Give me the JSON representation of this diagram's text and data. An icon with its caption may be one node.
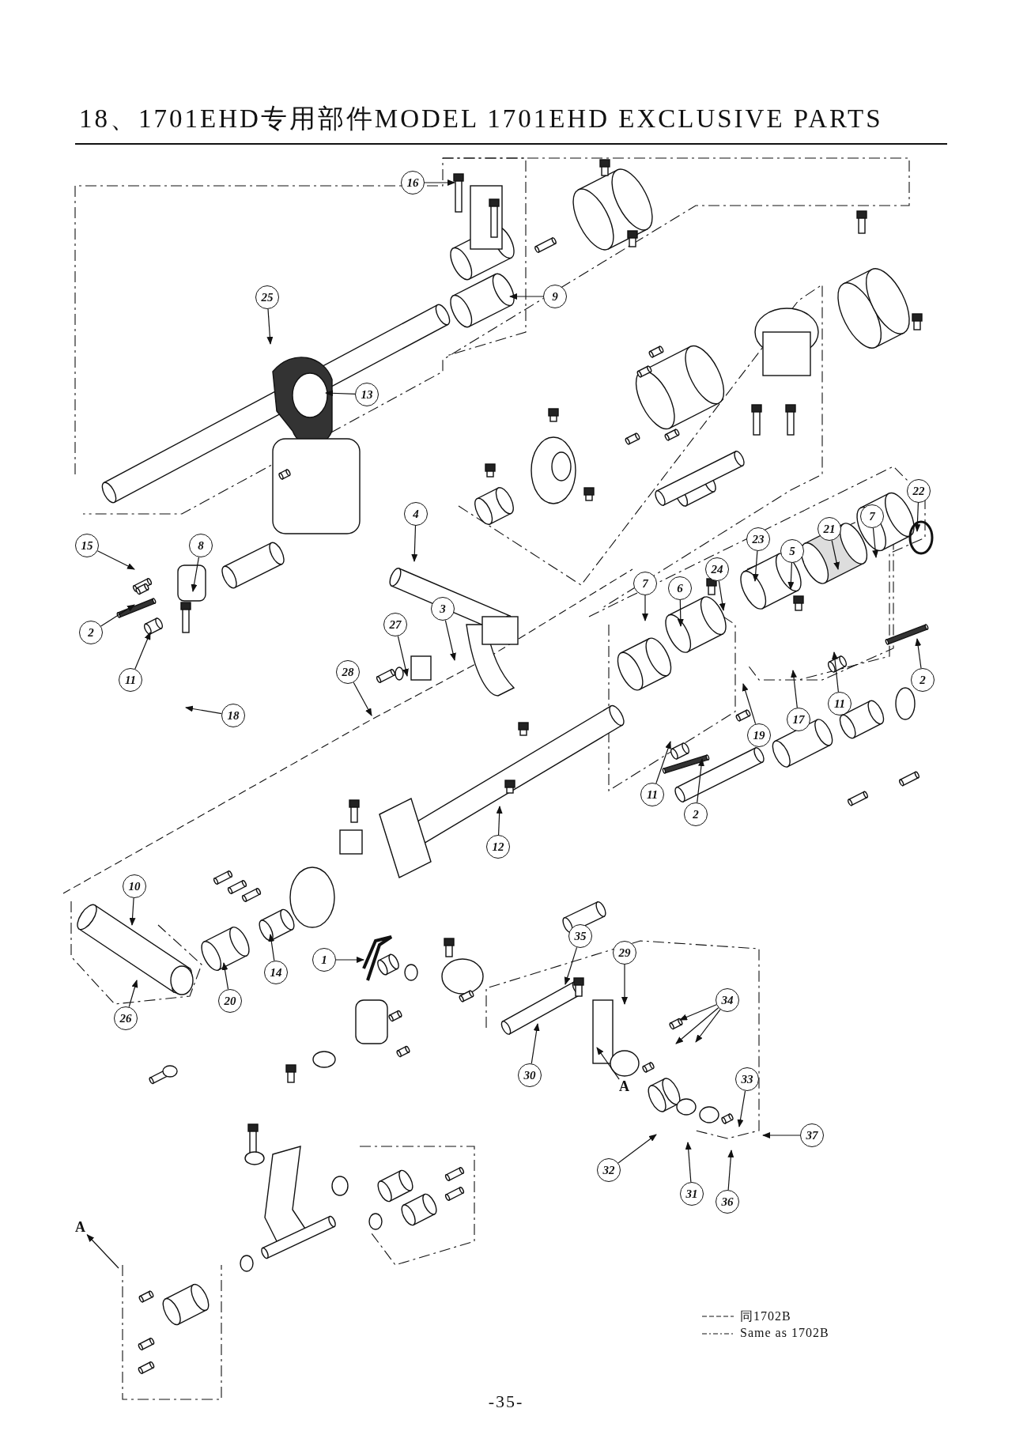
{
  "diagram": {
    "title": "18、1701EHD专用部件MODEL 1701EHD EXCLUSIVE PARTS",
    "nodes": [
      {
        "text": [
          "16"
        ]
      },
      {
        "text": [
          "25"
        ]
      },
      {
        "text": [
          "9"
        ]
      },
      {
        "text": [
          "13"
        ]
      },
      {
        "text": [
          "15"
        ]
      },
      {
        "text": [
          "8"
        ]
      },
      {
        "text": [
          "2"
        ]
      },
      {
        "text": [
          "11"
        ]
      },
      {
        "text": [
          "18"
        ]
      },
      {
        "text": [
          "4"
        ]
      },
      {
        "text": [
          "28"
        ]
      },
      {
        "text": [
          "27"
        ]
      },
      {
        "text": [
          "3"
        ]
      },
      {
        "text": [
          "22"
        ]
      },
      {
        "text": [
          "23"
        ]
      },
      {
        "text": [
          "21"
        ]
      },
      {
        "text": [
          "7"
        ]
      },
      {
        "text": [
          "5"
        ]
      },
      {
        "text": [
          "24"
        ]
      },
      {
        "text": [
          "6"
        ]
      },
      {
        "text": [
          "7"
        ]
      },
      {
        "text": [
          "17"
        ]
      },
      {
        "text": [
          "11"
        ]
      },
      {
        "text": [
          "2"
        ]
      },
      {
        "text": [
          "19"
        ]
      },
      {
        "text": [
          "11"
        ]
      },
      {
        "text": [
          "2"
        ]
      },
      {
        "text": [
          "12"
        ]
      },
      {
        "text": [
          "10"
        ]
      },
      {
        "text": [
          "26"
        ]
      },
      {
        "text": [
          "20"
        ]
      },
      {
        "text": [
          "14"
        ]
      },
      {
        "text": [
          "1"
        ]
      },
      {
        "text": [
          "35"
        ]
      },
      {
        "text": [
          "29"
        ]
      },
      {
        "text": [
          "34"
        ]
      },
      {
        "text": [
          "A"
        ]
      },
      {
        "text": [
          "30"
        ]
      },
      {
        "text": [
          "33"
        ]
      },
      {
        "text": [
          "37"
        ]
      },
      {
        "text": [
          "32"
        ]
      },
      {
        "text": [
          "31"
        ]
      },
      {
        "text": [
          "36"
        ]
      },
      {
        "text": [
          "A"
        ]
      }
    ],
    "edges": [
      {
        "from": 0,
        "to": null,
        "arrow": "to"
      },
      {
        "from": 1,
        "to": null,
        "arrow": "to"
      },
      {
        "from": 2,
        "to": null,
        "arrow": "to"
      },
      {
        "from": 3,
        "to": null,
        "arrow": "to"
      },
      {
        "from": 4,
        "to": null,
        "arrow": "to"
      },
      {
        "from": 5,
        "to": null,
        "arrow": "to"
      },
      {
        "from": 6,
        "to": null,
        "arrow": "to"
      },
      {
        "from": 7,
        "to": null,
        "arrow": "to"
      },
      {
        "from": 8,
        "to": null,
        "arrow": "to"
      },
      {
        "from": 9,
        "to": null,
        "arrow": "to"
      },
      {
        "from": 10,
        "to": null,
        "arrow": "to"
      },
      {
        "from": 11,
        "to": null,
        "arrow": "to"
      },
      {
        "from": 12,
        "to": null,
        "arrow": "to"
      },
      {
        "from": 13,
        "to": null,
        "arrow": "to"
      },
      {
        "from": 14,
        "to": null,
        "arrow": "to"
      },
      {
        "from": 15,
        "to": null,
        "arrow": "to"
      },
      {
        "from": 16,
        "to": null,
        "arrow": "to"
      },
      {
        "from": 17,
        "to": null,
        "arrow": "to"
      },
      {
        "from": 18,
        "to": null,
        "arrow": "to"
      },
      {
        "from": 19,
        "to": null,
        "arrow": "to"
      },
      {
        "from": 20,
        "to": null,
        "arrow": "to"
      },
      {
        "from": 21,
        "to": null,
        "arrow": "to"
      },
      {
        "from": 22,
        "to": null,
        "arrow": "to"
      },
      {
        "from": 23,
        "to": null,
        "arrow": "to"
      },
      {
        "from": 24,
        "to": null,
        "arrow": "to"
      },
      {
        "from": 25,
        "to": null,
        "arrow": "to"
      },
      {
        "from": 26,
        "to": null,
        "arrow": "to"
      },
      {
        "from": 27,
        "to": null,
        "arrow": "to"
      },
      {
        "from": 28,
        "to": null,
        "arrow": "to"
      },
      {
        "from": 29,
        "to": null,
        "arrow": "to"
      },
      {
        "from": 30,
        "to": null,
        "arrow": "to"
      },
      {
        "from": 31,
        "to": null,
        "arrow": "to"
      },
      {
        "from": 32,
        "to": null,
        "arrow": "to"
      },
      {
        "from": 33,
        "to": null,
        "arrow": "to"
      },
      {
        "from": 34,
        "to": null,
        "arrow": "to"
      },
      {
        "from": 35,
        "to": null,
        "arrow": "to"
      },
      {
        "from": 35,
        "to": null,
        "arrow": "to"
      },
      {
        "from": 35,
        "to": null,
        "arrow": "to"
      },
      {
        "from": 36,
        "to": null,
        "arrow": "to"
      },
      {
        "from": 37,
        "to": null,
        "arrow": "to"
      },
      {
        "from": 38,
        "to": null,
        "arrow": "to"
      },
      {
        "from": 39,
        "to": null,
        "arrow": "to"
      },
      {
        "from": 40,
        "to": null,
        "arrow": "to"
      },
      {
        "from": 41,
        "to": null,
        "arrow": "to"
      },
      {
        "from": 42,
        "to": null,
        "arrow": "to"
      },
      {
        "from": null,
        "to": 43,
        "arrow": "to"
      }
    ],
    "labels": [
      "-35-"
    ],
    "legend": [
      {
        "text": "同1702B"
      },
      {
        "text": "Same as 1702B"
      }
    ]
  }
}
